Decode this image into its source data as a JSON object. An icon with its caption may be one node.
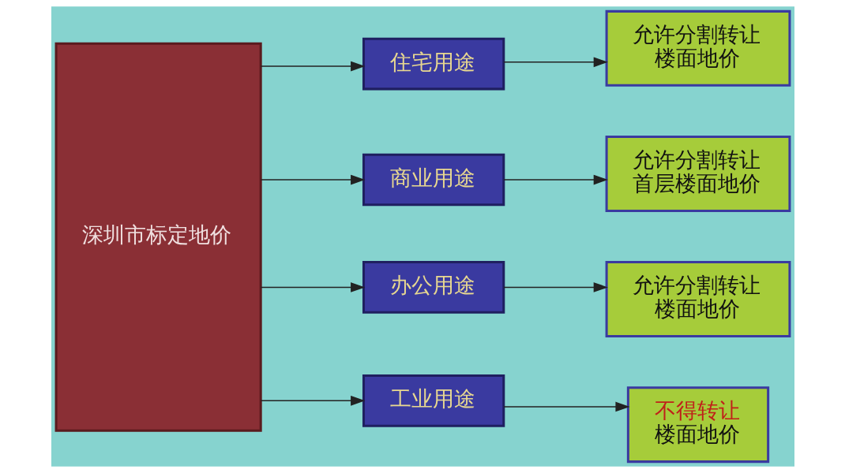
{
  "diagram": {
    "nodes": [
      {
        "text": [
          "深圳市标定地价"
        ]
      },
      {
        "text": [
          "住宅用途"
        ]
      },
      {
        "text": [
          "允许分割转让",
          "楼面地价"
        ]
      },
      {
        "text": [
          "商业用途"
        ]
      },
      {
        "text": [
          "允许分割转让",
          "首层楼面地价"
        ]
      },
      {
        "text": [
          "办公用途"
        ]
      },
      {
        "text": [
          "允许分割转让",
          "楼面地价"
        ]
      },
      {
        "text": [
          "工业用途"
        ]
      },
      {
        "text": [
          "不得转让",
          "楼面地价"
        ]
      }
    ],
    "edges": [
      {
        "from": 0,
        "to": 1,
        "arrow": "to"
      },
      {
        "from": 0,
        "to": 3,
        "arrow": "to"
      },
      {
        "from": 0,
        "to": 5,
        "arrow": "to"
      },
      {
        "from": 0,
        "to": 7,
        "arrow": "to"
      },
      {
        "from": 1,
        "to": 2,
        "arrow": "to"
      },
      {
        "from": 3,
        "to": 4,
        "arrow": "to"
      },
      {
        "from": 5,
        "to": 6,
        "arrow": "to"
      },
      {
        "from": 7,
        "to": 8,
        "arrow": "to"
      }
    ]
  }
}
